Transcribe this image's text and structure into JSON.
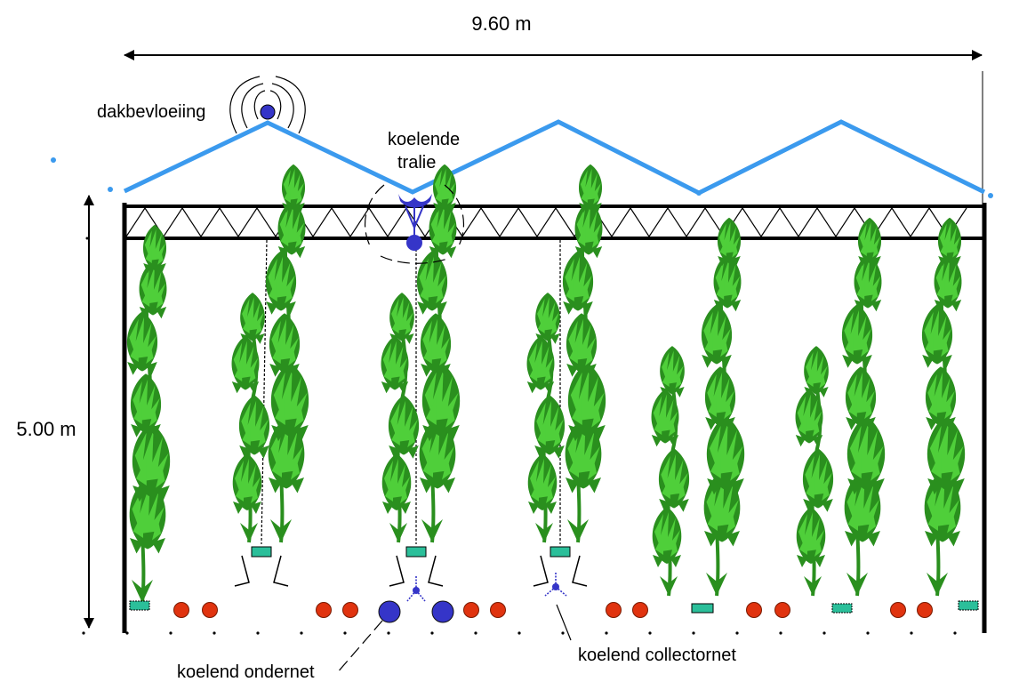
{
  "dimensions": {
    "width_label": "9.60 m",
    "height_label": "5.00 m"
  },
  "labels": {
    "roof_irrigation": "dakbevloeiing",
    "cooling_truss_line1": "koelende",
    "cooling_truss_line2": "tralie",
    "cooling_undernet": "koelend ondernet",
    "cooling_collector_net": "koelend collectornet"
  },
  "colors": {
    "roof": "#3b9aee",
    "structure": "#000000",
    "cooling_device": "#3535c8",
    "heating_pipe": "#e0330f",
    "gutter": "#2bbf9a",
    "plant_dark": "#2a8f1e",
    "plant_light": "#4fcf3a"
  },
  "icons": [
    "sprinkler-icon",
    "cooling-nozzle-icon",
    "heating-pipe-icon",
    "growing-gutter-icon",
    "plant-icon"
  ]
}
